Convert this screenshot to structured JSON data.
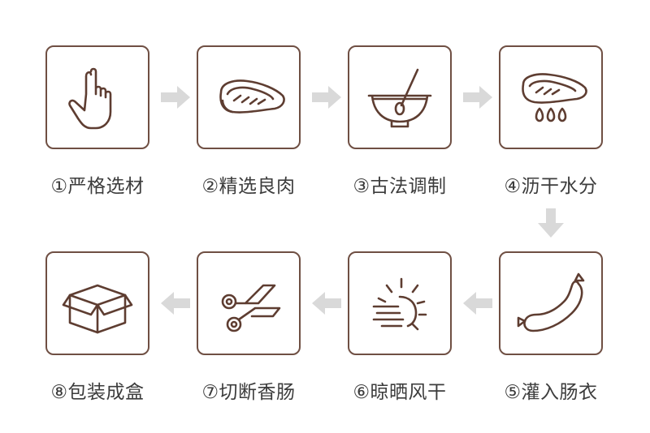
{
  "colors": {
    "box_border": "#6f4f43",
    "icon": "#5e3d31",
    "arrow": "#d9d9d9",
    "label": "#3c3c3c"
  },
  "steps": [
    {
      "label": "①严格选材",
      "icon": "pointing-hand-icon"
    },
    {
      "label": "②精选良肉",
      "icon": "meat-icon"
    },
    {
      "label": "③古法调制",
      "icon": "mixing-bowl-icon"
    },
    {
      "label": "④沥干水分",
      "icon": "dripping-meat-icon"
    },
    {
      "label": "⑤灌入肠衣",
      "icon": "sausage-icon"
    },
    {
      "label": "⑥晾晒风干",
      "icon": "sun-wind-icon"
    },
    {
      "label": "⑦切断香肠",
      "icon": "scissors-icon"
    },
    {
      "label": "⑧包装成盒",
      "icon": "box-icon"
    }
  ]
}
